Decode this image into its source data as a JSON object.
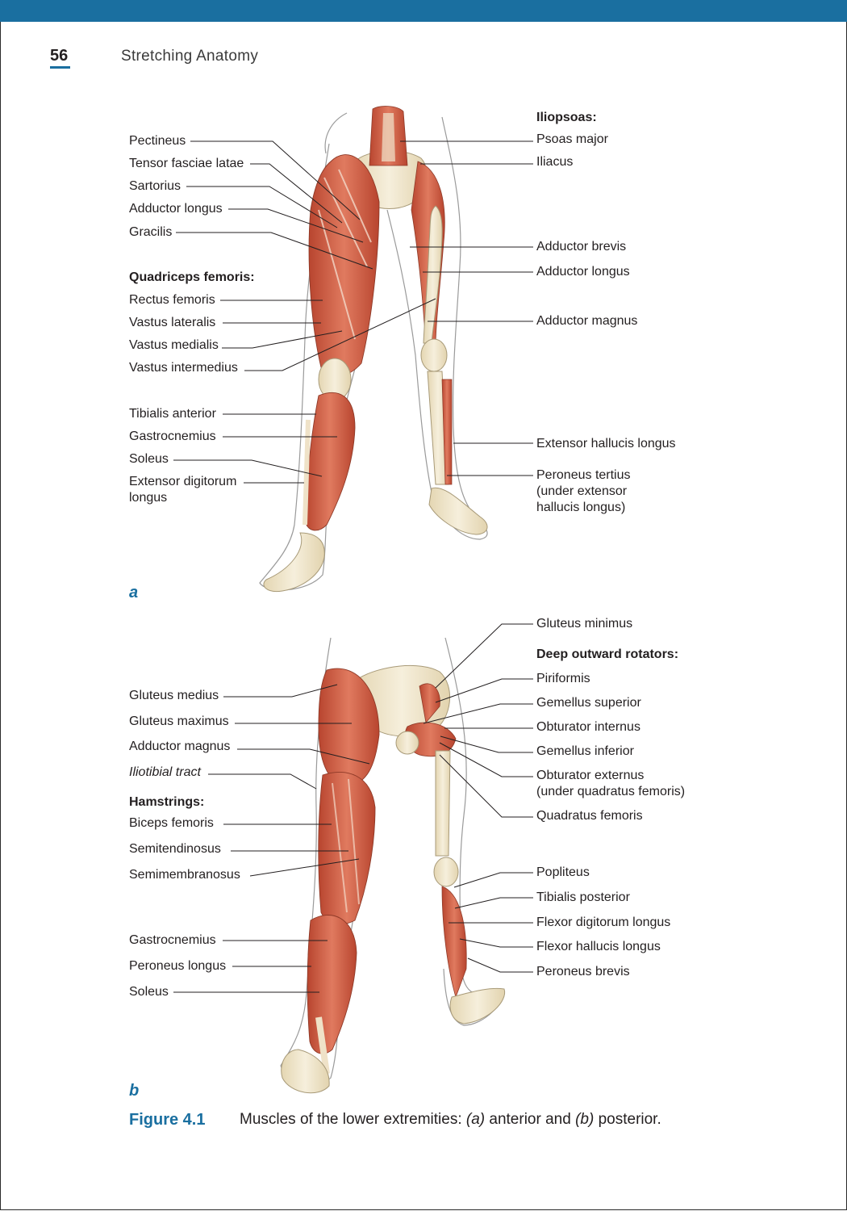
{
  "header": {
    "page_number": "56",
    "running_title": "Stretching Anatomy"
  },
  "panel_a": {
    "letter": "a",
    "left_labels": [
      "Pectineus",
      "Tensor fasciae latae",
      "Sartorius",
      "Adductor longus",
      "Gracilis"
    ],
    "quadriceps_header": "Quadriceps femoris:",
    "quadriceps_labels": [
      "Rectus femoris",
      "Vastus lateralis",
      "Vastus medialis",
      "Vastus intermedius"
    ],
    "lower_left_labels": [
      "Tibialis anterior",
      "Gastrocnemius",
      "Soleus"
    ],
    "edl_label": [
      "Extensor digitorum",
      "longus"
    ],
    "iliopsoas_header": "Iliopsoas:",
    "iliopsoas_labels": [
      "Psoas major",
      "Iliacus"
    ],
    "right_labels": [
      "Adductor brevis",
      "Adductor longus",
      "Adductor magnus",
      "Extensor hallucis longus"
    ],
    "peroneus_tertius": [
      "Peroneus tertius",
      "(under extensor",
      "hallucis longus)"
    ]
  },
  "panel_b": {
    "letter": "b",
    "left_labels": [
      "Gluteus medius",
      "Gluteus maximus",
      "Adductor magnus"
    ],
    "itb_label": "Iliotibial tract",
    "hamstrings_header": "Hamstrings:",
    "hamstring_labels": [
      "Biceps femoris",
      "Semitendinosus",
      "Semimembranosus"
    ],
    "lower_left_labels": [
      "Gastrocnemius",
      "Peroneus longus",
      "Soleus"
    ],
    "gluteus_minimus": "Gluteus minimus",
    "rotators_header": "Deep outward rotators:",
    "rotator_labels": [
      "Piriformis",
      "Gemellus superior",
      "Obturator internus",
      "Gemellus inferior"
    ],
    "obturator_externus": [
      "Obturator externus",
      "(under quadratus femoris)"
    ],
    "quadratus": "Quadratus femoris",
    "lower_right_labels": [
      "Popliteus",
      "Tibialis posterior",
      "Flexor digitorum longus",
      "Flexor hallucis longus",
      "Peroneus brevis"
    ]
  },
  "figure": {
    "label": "Figure 4.1",
    "caption_pre": "Muscles of the lower extremities: ",
    "caption_a": "(a)",
    "caption_mid": " anterior and ",
    "caption_b": "(b)",
    "caption_post": " posterior."
  },
  "colors": {
    "accent": "#1a6fa0",
    "muscle": "#d9674f",
    "bone": "#efe6cf"
  }
}
